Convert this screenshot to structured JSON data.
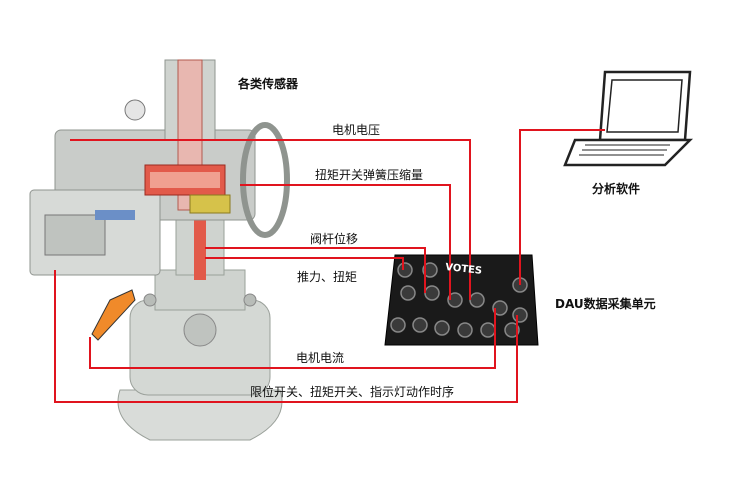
{
  "labels": {
    "sensors": "各类传感器",
    "motor_voltage": "电机电压",
    "torque_spring": "扭矩开关弹簧压缩量",
    "stem_displacement": "阀杆位移",
    "thrust_torque": "推力、扭矩",
    "motor_current": "电机电流",
    "limit_switch_timing": "限位开关、扭矩开关、指示灯动作时序",
    "analysis_software": "分析软件",
    "dau_unit": "DAU数据采集单元"
  },
  "dau_brand": "VOTES",
  "colors": {
    "wire": "#e0141e",
    "dau_body": "#1a1a1a",
    "actuator": "#c9ccc9",
    "valve_cut": "#e25a4a"
  }
}
